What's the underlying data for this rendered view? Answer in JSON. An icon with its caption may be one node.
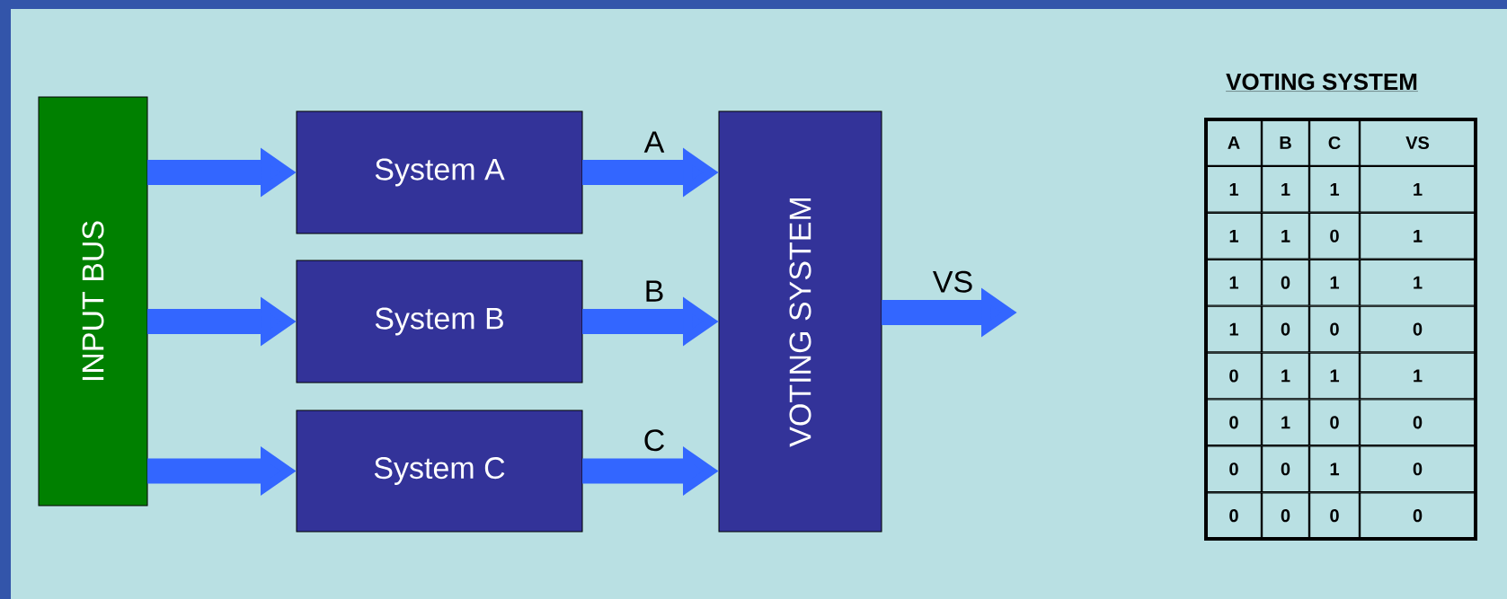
{
  "diagram": {
    "nodes": [
      {
        "text": [
          "INPUT BUS"
        ]
      },
      {
        "text": [
          "System A"
        ]
      },
      {
        "text": [
          "System B"
        ]
      },
      {
        "text": [
          "System C"
        ]
      },
      {
        "text": [
          "VOTING SYSTEM"
        ]
      }
    ],
    "edges": [
      {
        "from": 0,
        "to": 1,
        "arrow": "to"
      },
      {
        "from": 0,
        "to": 2,
        "arrow": "to"
      },
      {
        "from": 0,
        "to": 3,
        "arrow": "to"
      },
      {
        "from": 1,
        "to": 4,
        "arrow": "to",
        "label": "A"
      },
      {
        "from": 2,
        "to": 4,
        "arrow": "to",
        "label": "B"
      },
      {
        "from": 3,
        "to": 4,
        "arrow": "to",
        "label": "C"
      },
      {
        "from": 4,
        "to": null,
        "arrow": "to",
        "label": "VS"
      }
    ],
    "labels": [
      "VOTING SYSTEM",
      "A",
      "B",
      "C",
      "VS",
      "1",
      "1",
      "1",
      "1",
      "1",
      "1",
      "0",
      "1",
      "1",
      "0",
      "1",
      "1",
      "1",
      "0",
      "0",
      "0",
      "0",
      "1",
      "1",
      "1",
      "0",
      "1",
      "0",
      "0",
      "0",
      "0",
      "1",
      "0",
      "0",
      "0",
      "0",
      "0"
    ]
  }
}
